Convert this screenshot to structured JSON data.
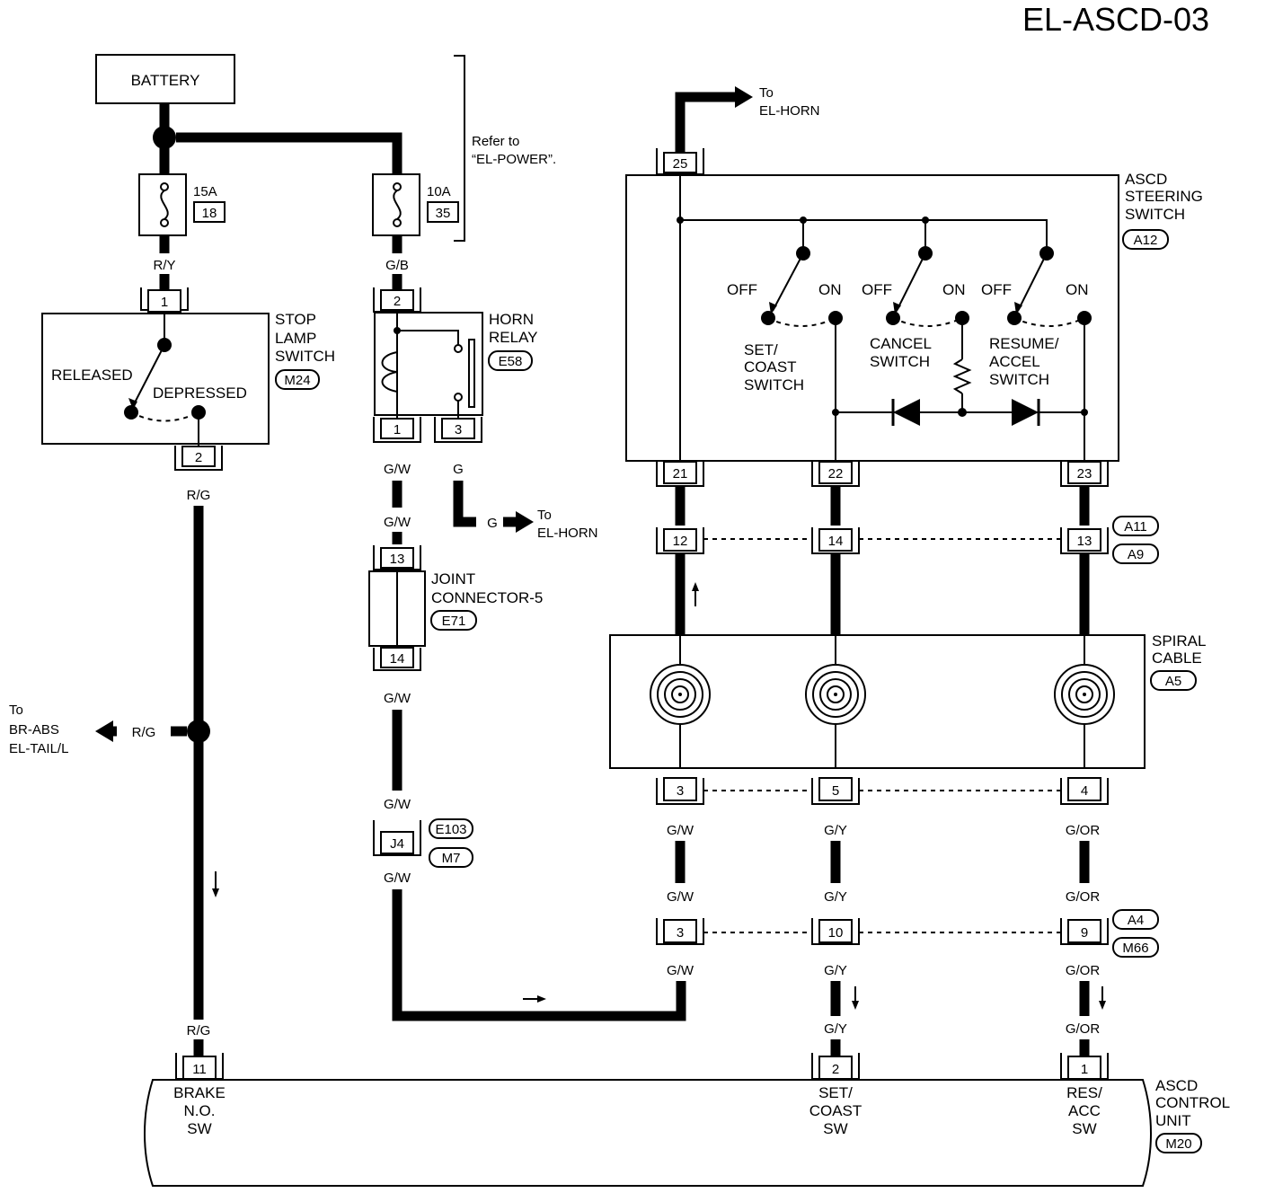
{
  "title": "EL-ASCD-03",
  "battery": "BATTERY",
  "refer": [
    "Refer to",
    "“EL-POWER”."
  ],
  "fuses": [
    {
      "amp": "15A",
      "num": "18"
    },
    {
      "amp": "10A",
      "num": "35"
    }
  ],
  "stop_lamp": {
    "name": [
      "STOP",
      "LAMP",
      "SWITCH"
    ],
    "conn": "M24",
    "released": "RELEASED",
    "depressed": "DEPRESSED",
    "pin_in": "1",
    "pin_out": "2"
  },
  "horn_relay": {
    "name": [
      "HORN",
      "RELAY"
    ],
    "conn": "E58",
    "pins": [
      "2",
      "1",
      "3"
    ],
    "to": [
      "To",
      "EL-HORN"
    ],
    "wire": "G"
  },
  "joint": {
    "name": [
      "JOINT",
      "CONNECTOR-5"
    ],
    "conn": "E71",
    "pins": [
      "13",
      "14"
    ]
  },
  "j4": {
    "pin": "J4",
    "conns": [
      "E103",
      "M7"
    ]
  },
  "to_brabs": [
    "To",
    "BR-ABS",
    "EL-TAIL/L"
  ],
  "to_horn_top": [
    "To",
    "EL-HORN"
  ],
  "steering": {
    "name": [
      "ASCD",
      "STEERING",
      "SWITCH"
    ],
    "conn": "A12",
    "pins": [
      "25",
      "21",
      "22",
      "23"
    ],
    "switches": [
      {
        "off": "OFF",
        "on": "ON",
        "label": [
          "SET/",
          "COAST",
          "SWITCH"
        ]
      },
      {
        "off": "OFF",
        "on": "ON",
        "label": [
          "CANCEL",
          "SWITCH"
        ]
      },
      {
        "off": "OFF",
        "on": "ON",
        "label": [
          "RESUME/",
          "ACCEL",
          "SWITCH"
        ]
      }
    ]
  },
  "conn_a11": {
    "pins": [
      "12",
      "14",
      "13"
    ],
    "conns": [
      "A11",
      "A9"
    ]
  },
  "spiral": {
    "name": [
      "SPIRAL",
      "CABLE"
    ],
    "conn": "A5",
    "pins": [
      "3",
      "5",
      "4"
    ]
  },
  "conn_a4": {
    "pins": [
      "3",
      "10",
      "9"
    ],
    "conns": [
      "A4",
      "M66"
    ]
  },
  "control_unit": {
    "name": [
      "ASCD",
      "CONTROL",
      "UNIT"
    ],
    "conn": "M20",
    "pins": [
      "11",
      "2",
      "1"
    ],
    "labels": [
      [
        "BRAKE",
        "N.O.",
        "SW"
      ],
      [
        "SET/",
        "COAST",
        "SW"
      ],
      [
        "RES/",
        "ACC",
        "SW"
      ]
    ]
  },
  "wires": {
    "ry": "R/Y",
    "gb": "G/B",
    "rg": "R/G",
    "gw": "G/W",
    "gy": "G/Y",
    "gor": "G/OR"
  }
}
